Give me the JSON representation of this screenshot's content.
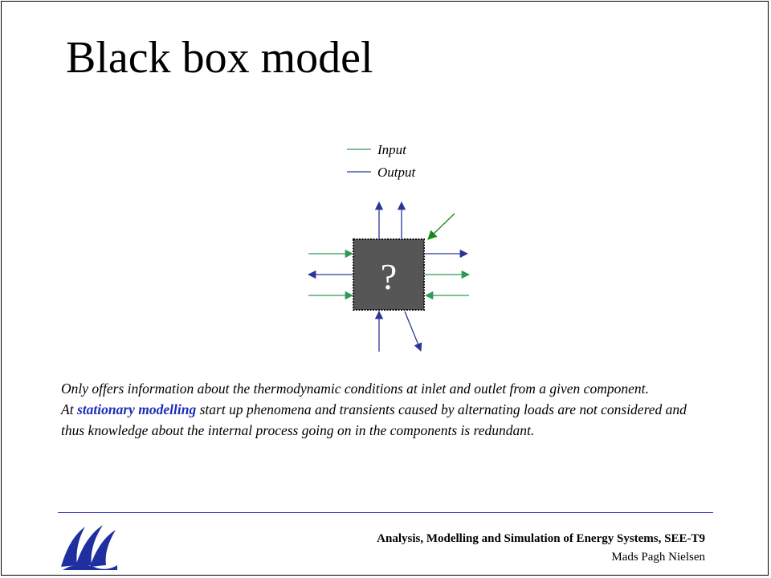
{
  "slide": {
    "title": "Black box model"
  },
  "diagram": {
    "legend": [
      {
        "label": "Input",
        "color": "#2e9a5a"
      },
      {
        "label": "Output",
        "color": "#2a3796"
      }
    ],
    "box_symbol": "?",
    "colors": {
      "input": "#2e9a5a",
      "output": "#2a3796",
      "highlight_arrow": "#138a1c",
      "box_fill": "#565656"
    }
  },
  "body": {
    "line1": "Only offers information about the thermodynamic conditions at inlet and outlet from a given component.",
    "line2_pre": "At ",
    "line2_highlight": "stationary modelling",
    "line2_post": " start up phenomena and transients caused by alternating loads are not considered and thus knowledge about the internal process going on in the components is redundant."
  },
  "footer": {
    "course": "Analysis, Modelling  and Simulation of Energy Systems, SEE-T9",
    "author": "Mads Pagh Nielsen",
    "logo_icon": "university-logo-icon",
    "logo_color": "#1f2fa0"
  }
}
